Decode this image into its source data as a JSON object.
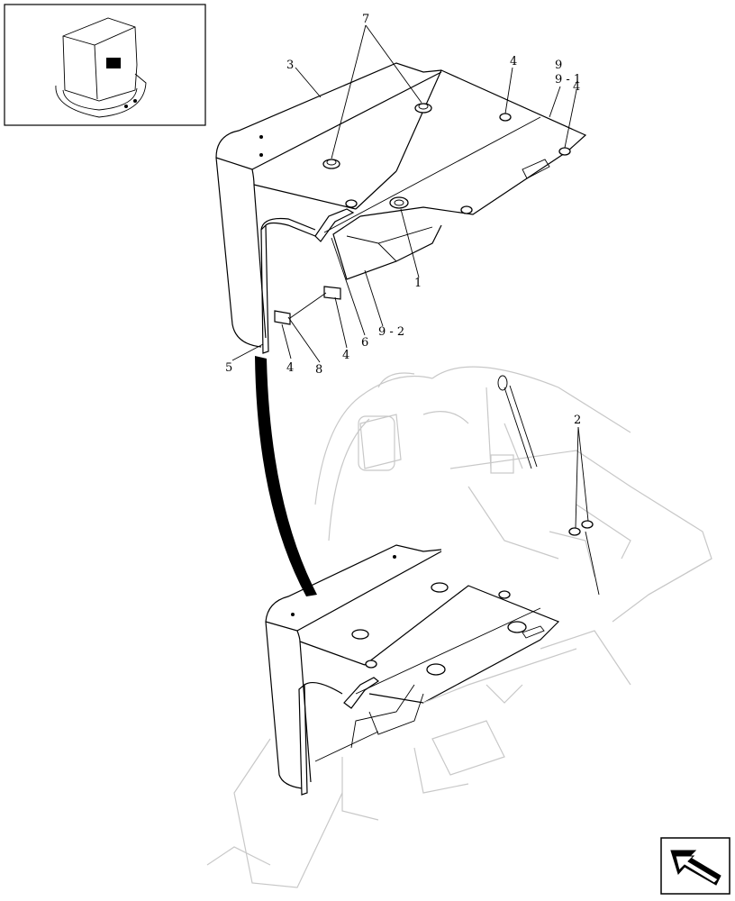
{
  "callouts": [
    {
      "id": "c7",
      "text": "7"
    },
    {
      "id": "c3",
      "text": "3"
    },
    {
      "id": "c4a",
      "text": "4"
    },
    {
      "id": "c9",
      "text": "9"
    },
    {
      "id": "c9_1",
      "text": "9 - 1"
    },
    {
      "id": "c4b",
      "text": "4"
    },
    {
      "id": "c1",
      "text": "1"
    },
    {
      "id": "c6",
      "text": "6"
    },
    {
      "id": "c9_2",
      "text": "9 - 2"
    },
    {
      "id": "c4c",
      "text": "4"
    },
    {
      "id": "c5",
      "text": "5"
    },
    {
      "id": "c4d",
      "text": "4"
    },
    {
      "id": "c8",
      "text": "8"
    },
    {
      "id": "c2",
      "text": "2"
    }
  ],
  "icons": {
    "nav": "next-page-arrow-icon",
    "locator": "locator-thumbnail"
  },
  "colors": {
    "ink": "#000000",
    "ghost": "#c8c8c8",
    "paper": "#ffffff"
  }
}
